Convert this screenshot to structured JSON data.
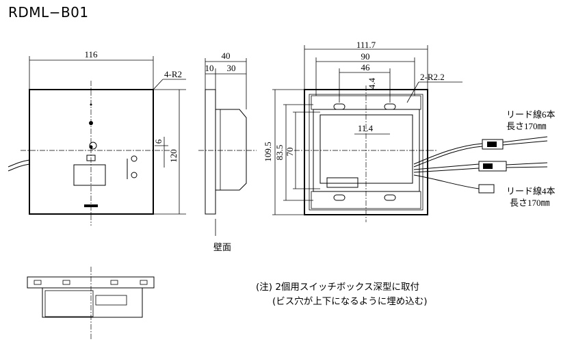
{
  "title": "RDML−B01",
  "front": {
    "width": "116",
    "height": "120",
    "corner": "4-R2",
    "offset": "6"
  },
  "side": {
    "depth": "40",
    "plate": "10",
    "body": "30",
    "wall_label": "壁面"
  },
  "back": {
    "width": "111.7",
    "w90": "90",
    "w46": "46",
    "h4_4": "4.4",
    "hole_radius": "2-R2.2",
    "w11_4": "11.4",
    "height": "109.5",
    "h83_5": "83.5",
    "h70": "70",
    "lead6_line1": "リード線6本",
    "lead6_line2": "長さ170㎜",
    "lead4_line1": "リード線4本",
    "lead4_line2": "長さ170㎜"
  },
  "note": {
    "line1": "(注) 2個用スイッチボックス深型に取付",
    "line2": "(ビス穴が上下になるように埋め込む)"
  }
}
